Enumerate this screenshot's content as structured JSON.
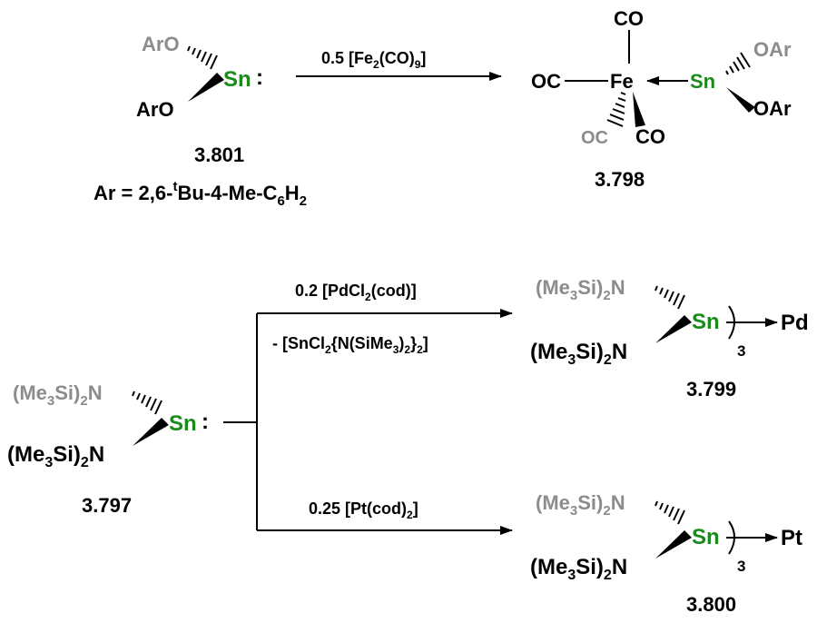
{
  "colors": {
    "black": "#000000",
    "gray": "#8c8c8c",
    "tin": "#1a8a1a"
  },
  "top_scheme": {
    "reactant": {
      "ligand_top": "ArO",
      "ligand_bottom": "ArO",
      "metal": "Sn",
      "lone_pair": ":",
      "label": "3.801",
      "ar_definition": {
        "prefix": "Ar = 2,6-",
        "superscript": "t",
        "middle": "Bu-4-Me-C",
        "sub1": "6",
        "mid2": "H",
        "sub2": "2"
      }
    },
    "reagent": {
      "pre": "0.5 [Fe",
      "sub1": "2",
      "mid": "(CO)",
      "sub2": "9",
      "post": "]"
    },
    "product": {
      "co_top": "CO",
      "co_left": "OC",
      "co_back": "OC",
      "co_wedge": "CO",
      "iron": "Fe",
      "metal": "Sn",
      "oar_top": "OAr",
      "oar_bottom": "OAr",
      "label": "3.798"
    }
  },
  "bottom_scheme": {
    "reactant": {
      "amide_top": {
        "pre": "(Me",
        "sub1": "3",
        "mid": "Si)",
        "sub2": "2",
        "post": "N"
      },
      "amide_bottom": {
        "pre": "(Me",
        "sub1": "3",
        "mid": "Si)",
        "sub2": "2",
        "post": "N"
      },
      "metal": "Sn",
      "lone_pair": ":",
      "label": "3.797"
    },
    "upper_branch": {
      "reagent": {
        "pre": "0.2 [PdCl",
        "sub1": "2",
        "post": "(cod)]"
      },
      "byproduct": {
        "p1": "- [SnCl",
        "s1": "2",
        "p2": "{N(SiMe",
        "s2": "3",
        "p3": ")",
        "s3": "2",
        "p4": "}",
        "s4": "2",
        "p5": "]"
      },
      "product": {
        "amide_top": {
          "pre": "(Me",
          "sub1": "3",
          "mid": "Si)",
          "sub2": "2",
          "post": "N"
        },
        "amide_bottom": {
          "pre": "(Me",
          "sub1": "3",
          "mid": "Si)",
          "sub2": "2",
          "post": "N"
        },
        "metal": "Sn",
        "count": "3",
        "center_metal": "Pd",
        "label": "3.799"
      }
    },
    "lower_branch": {
      "reagent": {
        "pre": "0.25 [Pt(cod)",
        "sub1": "2",
        "post": "]"
      },
      "product": {
        "amide_top": {
          "pre": "(Me",
          "sub1": "3",
          "mid": "Si)",
          "sub2": "2",
          "post": "N"
        },
        "amide_bottom": {
          "pre": "(Me",
          "sub1": "3",
          "mid": "Si)",
          "sub2": "2",
          "post": "N"
        },
        "metal": "Sn",
        "count": "3",
        "center_metal": "Pt",
        "label": "3.800"
      }
    }
  }
}
